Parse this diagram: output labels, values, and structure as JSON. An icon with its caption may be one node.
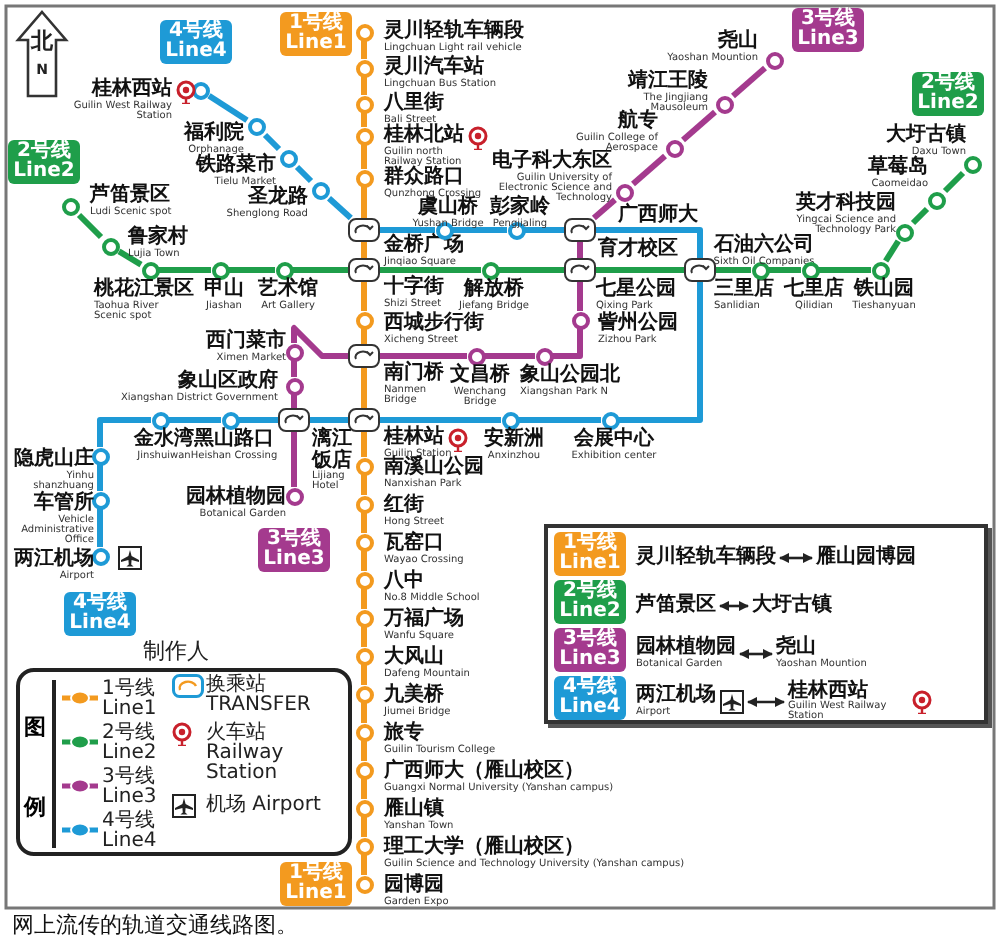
{
  "diagram": {
    "caption": "网上流传的轨道交通线路图。",
    "nodes": [
      {
        "text": [
          "灵川轻轨车辆段",
          "Lingchuan Light rail vehicle"
        ]
      },
      {
        "text": [
          "灵川汽车站",
          "Lingchuan Bus Station"
        ]
      },
      {
        "text": [
          "八里街",
          "Bali Street"
        ]
      },
      {
        "text": [
          "桂林北站",
          "Guilin north Railway Station"
        ]
      },
      {
        "text": [
          "群众路口",
          "Qunzhong Crossing"
        ]
      },
      {
        "text": [
          "金桥广场",
          "Jinqiao Square"
        ]
      },
      {
        "text": [
          "十字街",
          "Shizi Street"
        ]
      },
      {
        "text": [
          "西城步行街",
          "Xicheng Street"
        ]
      },
      {
        "text": [
          "南门桥",
          "Nanmen Bridge"
        ]
      },
      {
        "text": [
          "桂林站",
          "Guilin Station"
        ]
      },
      {
        "text": [
          "南溪山公园",
          "Nanxishan Park"
        ]
      },
      {
        "text": [
          "红街",
          "Hong Street"
        ]
      },
      {
        "text": [
          "瓦窑口",
          "Wayao Crossing"
        ]
      },
      {
        "text": [
          "八中",
          "No.8 Middle School"
        ]
      },
      {
        "text": [
          "万福广场",
          "Wanfu Square"
        ]
      },
      {
        "text": [
          "大风山",
          "Dafeng Mountain"
        ]
      },
      {
        "text": [
          "九美桥",
          "Jiumei Bridge"
        ]
      },
      {
        "text": [
          "旅专",
          "Guilin Tourism College"
        ]
      },
      {
        "text": [
          "广西师大（雁山校区）",
          "Guangxi Normal University (Yanshan campus)"
        ]
      },
      {
        "text": [
          "雁山镇",
          "Yanshan Town"
        ]
      },
      {
        "text": [
          "理工大学（雁山校区）",
          "Guilin Science and Technology University (Yanshan campus)"
        ]
      },
      {
        "text": [
          "园博园",
          "Garden Expo"
        ]
      },
      {
        "text": [
          "芦笛景区",
          "Ludi Scenic spot"
        ]
      },
      {
        "text": [
          "鲁家村",
          "Lujia Town"
        ]
      },
      {
        "text": [
          "桃花江景区",
          "Taohua River Scenic spot"
        ]
      },
      {
        "text": [
          "甲山",
          "Jiashan"
        ]
      },
      {
        "text": [
          "艺术馆",
          "Art Gallery"
        ]
      },
      {
        "text": [
          "解放桥",
          "Jiefang Bridge"
        ]
      },
      {
        "text": [
          "七星公园",
          "Qixing Park"
        ]
      },
      {
        "text": [
          "三里店",
          "Sanlidian"
        ]
      },
      {
        "text": [
          "石油六公司",
          "Sixth Oil Companies"
        ]
      },
      {
        "text": [
          "七里店",
          "Qilidian"
        ]
      },
      {
        "text": [
          "铁山园",
          "Tieshanyuan"
        ]
      },
      {
        "text": [
          "英才科技园",
          "Yingcai Science and Technology Park"
        ]
      },
      {
        "text": [
          "草莓岛",
          "Caomeidao"
        ]
      },
      {
        "text": [
          "大圩古镇",
          "Daxu Town"
        ]
      },
      {
        "text": [
          "尧山",
          "Yaoshan Mountion"
        ]
      },
      {
        "text": [
          "靖江王陵",
          "The Jingjiang Mausoleum"
        ]
      },
      {
        "text": [
          "航专",
          "Guilin College of Aerospace"
        ]
      },
      {
        "text": [
          "电子科大东区",
          "Guilin University of Electronic Science and Technology"
        ]
      },
      {
        "text": [
          "广西师大",
          "育才校区"
        ]
      },
      {
        "text": [
          "訾州公园",
          "Zizhou Park"
        ]
      },
      {
        "text": [
          "象山公园北",
          "Xiangshan Park N"
        ]
      },
      {
        "text": [
          "文昌桥",
          "Wenchang Bridge"
        ]
      },
      {
        "text": [
          "西门菜市",
          "Ximen Market"
        ]
      },
      {
        "text": [
          "象山区政府",
          "Xiangshan District Government"
        ]
      },
      {
        "text": [
          "漓江饭店",
          "Lijiang Hotel"
        ]
      },
      {
        "text": [
          "园林植物园",
          "Botanical Garden"
        ]
      },
      {
        "text": [
          "桂林西站",
          "Guilin West Railway Station"
        ]
      },
      {
        "text": [
          "福利院",
          "Orphanage"
        ]
      },
      {
        "text": [
          "铁路菜市",
          "Tielu Market"
        ]
      },
      {
        "text": [
          "圣龙路",
          "Shenglong Road"
        ]
      },
      {
        "text": [
          "虞山桥",
          "Yushan Bridge"
        ]
      },
      {
        "text": [
          "彭家岭",
          "Pengjialing"
        ]
      },
      {
        "text": [
          "会展中心",
          "Exhibition center"
        ]
      },
      {
        "text": [
          "安新洲",
          "Anxinzhou"
        ]
      },
      {
        "text": [
          "黑山路口",
          "Heishan Crossing"
        ]
      },
      {
        "text": [
          "金水湾",
          "Jinshuiwan"
        ]
      },
      {
        "text": [
          "隐虎山庄",
          "Yinhu shanzhuang"
        ]
      },
      {
        "text": [
          "车管所",
          "Vehicle Administrative Office"
        ]
      },
      {
        "text": [
          "两江机场",
          "Airport"
        ]
      },
      {
        "text": [],
        "shape": "box"
      },
      {
        "text": [
          "灵川轻轨车辆段"
        ],
        "in": 61
      },
      {
        "text": [
          "雁山园博园"
        ],
        "in": 61
      },
      {
        "text": [
          "芦笛景区"
        ],
        "in": 61
      },
      {
        "text": [
          "大圩古镇"
        ],
        "in": 61
      },
      {
        "text": [
          "园林植物园",
          "Botanical Garden"
        ],
        "in": 61
      },
      {
        "text": [
          "尧山",
          "Yaoshan Mountion"
        ],
        "in": 61
      },
      {
        "text": [
          "两江机场",
          "Airport"
        ],
        "in": 61
      },
      {
        "text": [
          "桂林西站",
          "Guilin West Railway Station"
        ],
        "in": 61
      }
    ],
    "edges": [
      {
        "from": 0,
        "to": 1,
        "arrow": "none",
        "color": "#f39a1f"
      },
      {
        "from": 1,
        "to": 2,
        "arrow": "none",
        "color": "#f39a1f"
      },
      {
        "from": 2,
        "to": 3,
        "arrow": "none",
        "color": "#f39a1f"
      },
      {
        "from": 3,
        "to": 4,
        "arrow": "none",
        "color": "#f39a1f"
      },
      {
        "from": 4,
        "to": 5,
        "arrow": "none",
        "color": "#f39a1f"
      },
      {
        "from": 5,
        "to": 6,
        "arrow": "none",
        "color": "#f39a1f"
      },
      {
        "from": 6,
        "to": 7,
        "arrow": "none",
        "color": "#f39a1f"
      },
      {
        "from": 7,
        "to": 8,
        "arrow": "none",
        "color": "#f39a1f"
      },
      {
        "from": 8,
        "to": 9,
        "arrow": "none",
        "color": "#f39a1f"
      },
      {
        "from": 9,
        "to": 10,
        "arrow": "none",
        "color": "#f39a1f"
      },
      {
        "from": 10,
        "to": 11,
        "arrow": "none",
        "color": "#f39a1f"
      },
      {
        "from": 11,
        "to": 12,
        "arrow": "none",
        "color": "#f39a1f"
      },
      {
        "from": 12,
        "to": 13,
        "arrow": "none",
        "color": "#f39a1f"
      },
      {
        "from": 13,
        "to": 14,
        "arrow": "none",
        "color": "#f39a1f"
      },
      {
        "from": 14,
        "to": 15,
        "arrow": "none",
        "color": "#f39a1f"
      },
      {
        "from": 15,
        "to": 16,
        "arrow": "none",
        "color": "#f39a1f"
      },
      {
        "from": 16,
        "to": 17,
        "arrow": "none",
        "color": "#f39a1f"
      },
      {
        "from": 17,
        "to": 18,
        "arrow": "none",
        "color": "#f39a1f"
      },
      {
        "from": 18,
        "to": 19,
        "arrow": "none",
        "color": "#f39a1f"
      },
      {
        "from": 19,
        "to": 20,
        "arrow": "none",
        "color": "#f39a1f"
      },
      {
        "from": 20,
        "to": 21,
        "arrow": "none",
        "color": "#f39a1f"
      },
      {
        "from": 22,
        "to": 23,
        "arrow": "none",
        "color": "#1f9e4a"
      },
      {
        "from": 23,
        "to": 24,
        "arrow": "none",
        "color": "#1f9e4a"
      },
      {
        "from": 24,
        "to": 25,
        "arrow": "none",
        "color": "#1f9e4a"
      },
      {
        "from": 25,
        "to": 26,
        "arrow": "none",
        "color": "#1f9e4a"
      },
      {
        "from": 26,
        "to": 6,
        "arrow": "none",
        "color": "#1f9e4a"
      },
      {
        "from": 6,
        "to": 27,
        "arrow": "none",
        "color": "#1f9e4a"
      },
      {
        "from": 27,
        "to": 28,
        "arrow": "none",
        "color": "#1f9e4a"
      },
      {
        "from": 28,
        "to": 29,
        "arrow": "none",
        "color": "#1f9e4a"
      },
      {
        "from": 29,
        "to": 30,
        "arrow": "none",
        "color": "#1f9e4a"
      },
      {
        "from": 30,
        "to": 31,
        "arrow": "none",
        "color": "#1f9e4a"
      },
      {
        "from": 31,
        "to": 32,
        "arrow": "none",
        "color": "#1f9e4a"
      },
      {
        "from": 32,
        "to": 33,
        "arrow": "none",
        "color": "#1f9e4a"
      },
      {
        "from": 33,
        "to": 34,
        "arrow": "none",
        "color": "#1f9e4a"
      },
      {
        "from": 34,
        "to": 35,
        "arrow": "none",
        "color": "#1f9e4a"
      },
      {
        "from": 36,
        "to": 37,
        "arrow": "none",
        "color": "#a43a8e"
      },
      {
        "from": 37,
        "to": 38,
        "arrow": "none",
        "color": "#a43a8e"
      },
      {
        "from": 38,
        "to": 39,
        "arrow": "none",
        "color": "#a43a8e"
      },
      {
        "from": 39,
        "to": 40,
        "arrow": "none",
        "color": "#a43a8e"
      },
      {
        "from": 40,
        "to": 28,
        "arrow": "none",
        "color": "#a43a8e"
      },
      {
        "from": 28,
        "to": 41,
        "arrow": "none",
        "color": "#a43a8e"
      },
      {
        "from": 41,
        "to": 42,
        "arrow": "none",
        "color": "#a43a8e"
      },
      {
        "from": 42,
        "to": 43,
        "arrow": "none",
        "color": "#a43a8e"
      },
      {
        "from": 43,
        "to": 8,
        "arrow": "none",
        "color": "#a43a8e"
      },
      {
        "from": 8,
        "to": 44,
        "arrow": "none",
        "color": "#a43a8e"
      },
      {
        "from": 44,
        "to": 45,
        "arrow": "none",
        "color": "#a43a8e"
      },
      {
        "from": 45,
        "to": 46,
        "arrow": "none",
        "color": "#a43a8e"
      },
      {
        "from": 46,
        "to": 47,
        "arrow": "none",
        "color": "#a43a8e"
      },
      {
        "from": 48,
        "to": 49,
        "arrow": "none",
        "color": "#1e9ad6"
      },
      {
        "from": 49,
        "to": 50,
        "arrow": "none",
        "color": "#1e9ad6"
      },
      {
        "from": 50,
        "to": 51,
        "arrow": "none",
        "color": "#1e9ad6"
      },
      {
        "from": 51,
        "to": 5,
        "arrow": "none",
        "color": "#1e9ad6"
      },
      {
        "from": 5,
        "to": 52,
        "arrow": "none",
        "color": "#1e9ad6"
      },
      {
        "from": 52,
        "to": 53,
        "arrow": "none",
        "color": "#1e9ad6"
      },
      {
        "from": 53,
        "to": 40,
        "arrow": "none",
        "color": "#1e9ad6"
      },
      {
        "from": 40,
        "to": 29,
        "arrow": "none",
        "color": "#1e9ad6"
      },
      {
        "from": 29,
        "to": 54,
        "arrow": "none",
        "color": "#1e9ad6"
      },
      {
        "from": 54,
        "to": 55,
        "arrow": "none",
        "color": "#1e9ad6"
      },
      {
        "from": 55,
        "to": 9,
        "arrow": "none",
        "color": "#1e9ad6"
      },
      {
        "from": 9,
        "to": 46,
        "arrow": "none",
        "color": "#1e9ad6"
      },
      {
        "from": 46,
        "to": 56,
        "arrow": "none",
        "color": "#1e9ad6"
      },
      {
        "from": 56,
        "to": 57,
        "arrow": "none",
        "color": "#1e9ad6"
      },
      {
        "from": 57,
        "to": 58,
        "arrow": "none",
        "color": "#1e9ad6"
      },
      {
        "from": 58,
        "to": 59,
        "arrow": "none",
        "color": "#1e9ad6"
      },
      {
        "from": 59,
        "to": 60,
        "arrow": "none",
        "color": "#1e9ad6"
      },
      {
        "from": 62,
        "to": 63,
        "arrow": "both",
        "color": "#222222"
      },
      {
        "from": 64,
        "to": 65,
        "arrow": "both",
        "color": "#222222"
      },
      {
        "from": 66,
        "to": 67,
        "arrow": "both",
        "color": "#222222"
      },
      {
        "from": 68,
        "to": 69,
        "arrow": "both",
        "color": "#222222"
      }
    ],
    "labels": [
      "北",
      "N",
      "1号线 Line1",
      "4号线 Line4",
      "3号线 Line3",
      "2号线 Line2",
      "2号线 Line2",
      "3号线 Line3",
      "4号线 Line4",
      "1号线 Line1",
      "2号线 Line2",
      "3号线 Line3",
      "4号线 Line4",
      "制作人",
      "图例",
      "1号线 Line1"
    ],
    "legend": [
      {
        "text": "1号线 Line1",
        "color": "#f39a1f"
      },
      {
        "text": "2号线 Line2",
        "color": "#1f9e4a"
      },
      {
        "text": "3号线 Line3",
        "color": "#a43a8e"
      },
      {
        "text": "4号线 Line4",
        "color": "#1e9ad6"
      },
      {
        "text": "换乘站 TRANSFER"
      },
      {
        "text": "火车站 Railway Station"
      },
      {
        "text": "机场 Airport"
      }
    ]
  }
}
